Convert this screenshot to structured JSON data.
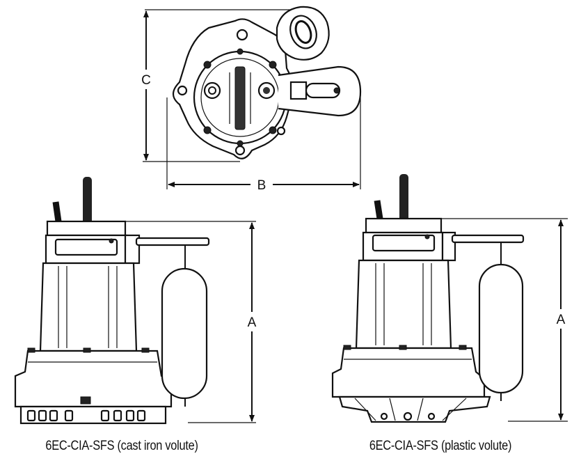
{
  "dimensions": {
    "a": "A",
    "b": "B",
    "c": "C"
  },
  "captions": {
    "left": "6EC-CIA-SFS (cast iron volute)",
    "right": "6EC-CIA-SFS (plastic volute)"
  },
  "colors": {
    "line": "#111111",
    "background": "#ffffff"
  }
}
